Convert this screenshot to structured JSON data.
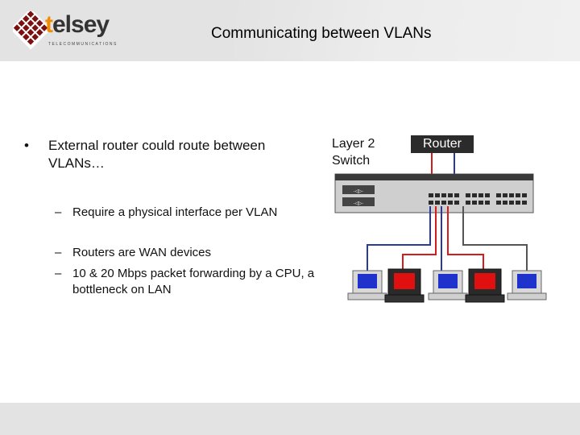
{
  "logo": {
    "brand_prefix": "t",
    "brand_rest": "elsey",
    "tagline": "TELECOMMUNICATIONS"
  },
  "slide": {
    "title": "Communicating between VLANs"
  },
  "bullets": {
    "main_symbol": "•",
    "main": "External router could route between VLANs…",
    "dash": "–",
    "sub": [
      "Require a physical interface per VLAN",
      "Routers are WAN devices",
      "10 & 20 Mbps packet forwarding  by a CPU, a bottleneck on LAN"
    ]
  },
  "diagram": {
    "switch_label_line1": "Layer 2",
    "switch_label_line2": "Switch",
    "router_label": "Router",
    "colors": {
      "vlan_red": "#d41c1c",
      "vlan_blue": "#2a3a9c",
      "link_gray": "#555555",
      "router_box": "#2b2b2b"
    },
    "hosts": [
      {
        "vlan": "blue",
        "screen": "blue"
      },
      {
        "vlan": "red",
        "screen": "red"
      },
      {
        "vlan": "blue",
        "screen": "blue"
      },
      {
        "vlan": "red",
        "screen": "red"
      },
      {
        "vlan": "gray",
        "screen": "blue"
      }
    ]
  }
}
